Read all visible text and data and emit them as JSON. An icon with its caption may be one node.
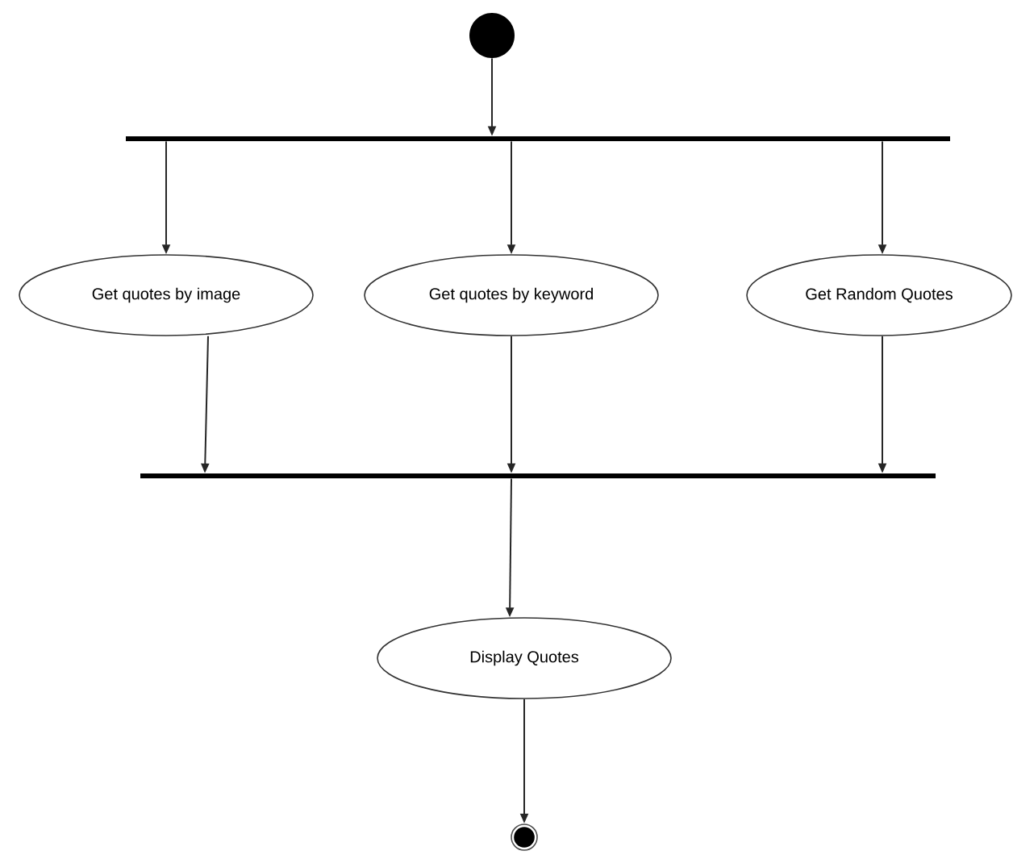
{
  "diagram": {
    "nodes": [
      {
        "text": [],
        "shape": "circle"
      },
      {
        "text": [],
        "shape": "bar"
      },
      {
        "text": [
          "Get quotes by image"
        ]
      },
      {
        "text": [
          "Get quotes by keyword"
        ]
      },
      {
        "text": [
          "Get Random Quotes"
        ]
      },
      {
        "text": [],
        "shape": "bar"
      },
      {
        "text": [
          "Display Quotes"
        ]
      },
      {
        "text": [],
        "shape": "circle"
      }
    ],
    "edges": [
      {
        "from": 0,
        "to": 1,
        "arrow": "to"
      },
      {
        "from": 1,
        "to": 2,
        "arrow": "to"
      },
      {
        "from": 1,
        "to": 3,
        "arrow": "to"
      },
      {
        "from": 1,
        "to": 4,
        "arrow": "to"
      },
      {
        "from": 2,
        "to": 5,
        "arrow": "to"
      },
      {
        "from": 3,
        "to": 5,
        "arrow": "to"
      },
      {
        "from": 4,
        "to": 5,
        "arrow": "to"
      },
      {
        "from": 5,
        "to": 6,
        "arrow": "to"
      },
      {
        "from": 6,
        "to": 7,
        "arrow": "to"
      }
    ]
  }
}
